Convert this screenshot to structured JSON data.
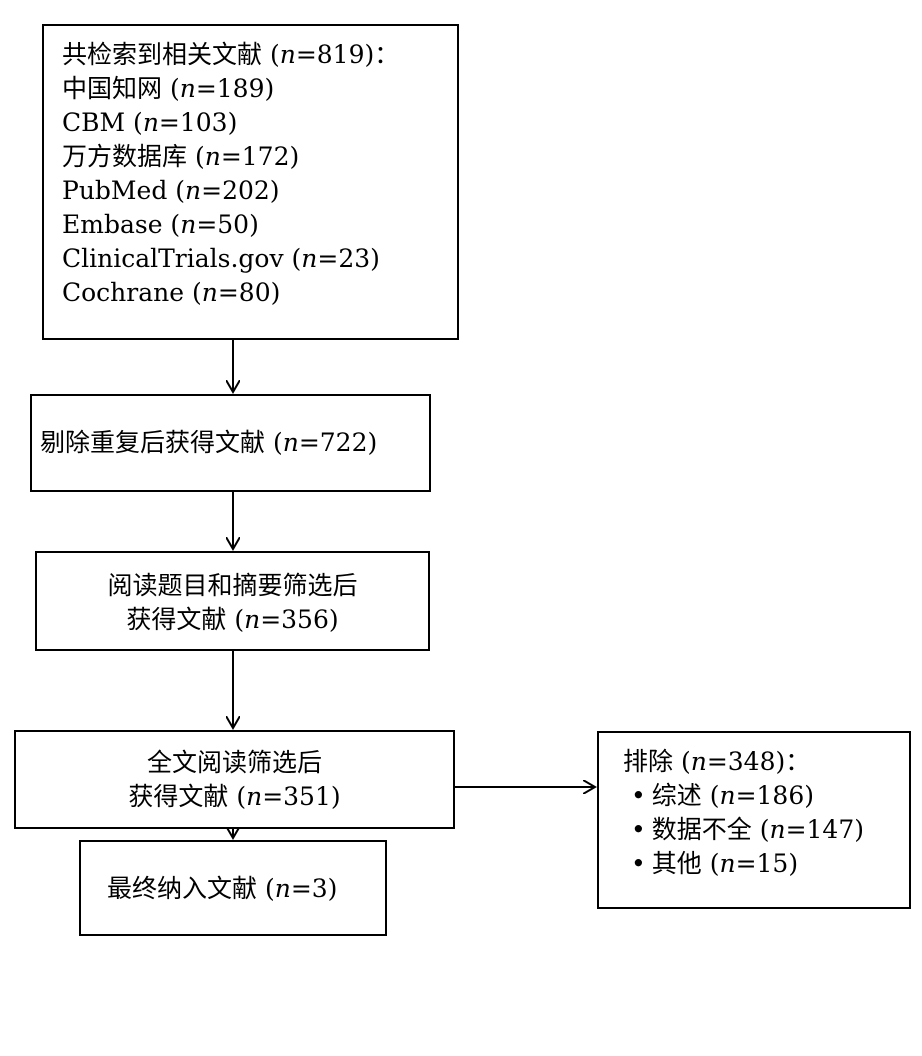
{
  "search_box": {
    "lines": [
      {
        "pre": "共检索到相关文献 (",
        "n": "n",
        "post": "=819)："
      },
      {
        "pre": "中国知网 (",
        "n": "n",
        "post": "=189)"
      },
      {
        "pre": "CBM (",
        "n": "n",
        "post": "=103)"
      },
      {
        "pre": "万方数据库 (",
        "n": "n",
        "post": "=172)"
      },
      {
        "pre": "PubMed (",
        "n": "n",
        "post": "=202)"
      },
      {
        "pre": "Embase (",
        "n": "n",
        "post": "=50)"
      },
      {
        "pre": "ClinicalTrials.gov (",
        "n": "n",
        "post": "=23)"
      },
      {
        "pre": "Cochrane (",
        "n": "n",
        "post": "=80)"
      }
    ]
  },
  "dedup_box": {
    "line1": {
      "pre": "剔除重复后获得文献 (",
      "n": "n",
      "post": "=722)"
    }
  },
  "title_abstract_box": {
    "line1": "阅读题目和摘要筛选后",
    "line2": {
      "pre": "获得文献 (",
      "n": "n",
      "post": "=356)"
    }
  },
  "fulltext_box": {
    "line1": "全文阅读筛选后",
    "line2": {
      "pre": "获得文献 (",
      "n": "n",
      "post": "=351)"
    }
  },
  "final_box": {
    "line1": {
      "pre": "最终纳入文献 (",
      "n": "n",
      "post": "=3)"
    }
  },
  "exclude_box": {
    "title": {
      "pre": "排除 (",
      "n": "n",
      "post": "=348)："
    },
    "items": [
      {
        "bullet": "•",
        "pre": "综述 (",
        "n": "n",
        "post": "=186)"
      },
      {
        "bullet": "•",
        "pre": "数据不全 (",
        "n": "n",
        "post": "=147)"
      },
      {
        "bullet": "•",
        "pre": "其他 (",
        "n": "n",
        "post": "=15)"
      }
    ]
  }
}
